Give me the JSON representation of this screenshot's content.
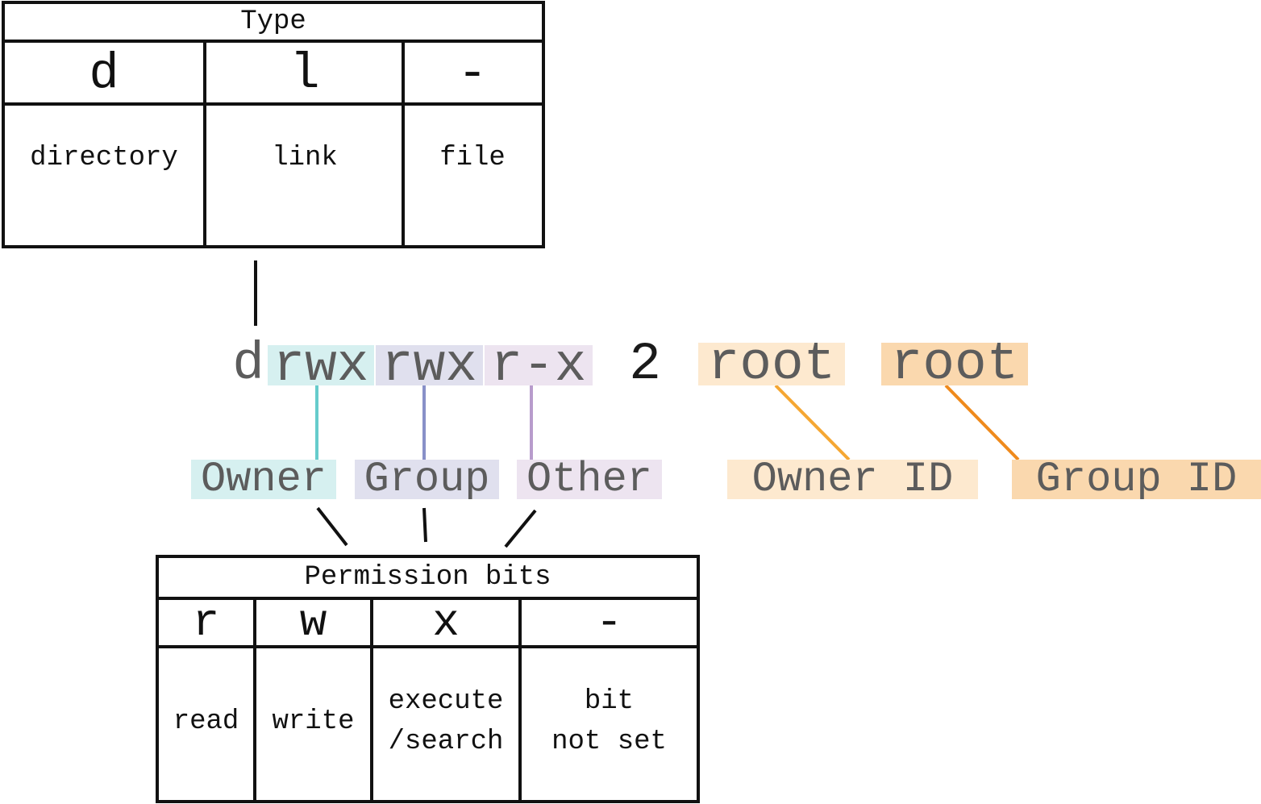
{
  "type_table": {
    "title": "Type",
    "columns": [
      {
        "symbol": "d",
        "meaning": "directory"
      },
      {
        "symbol": "l",
        "meaning": "link"
      },
      {
        "symbol": "-",
        "meaning": "file"
      }
    ]
  },
  "listing": {
    "type_char": "d",
    "owner_perms": "rwx",
    "group_perms": "rwx",
    "other_perms": "r-x",
    "link_count": "2",
    "owner": "root",
    "group": "root"
  },
  "labels": {
    "owner": "Owner",
    "group": "Group",
    "other": "Other",
    "owner_id": "Owner ID",
    "group_id": "Group ID"
  },
  "permission_table": {
    "title": "Permission bits",
    "columns": [
      {
        "symbol": "r",
        "meaning": "read"
      },
      {
        "symbol": "w",
        "meaning": "write"
      },
      {
        "symbol": "x",
        "meaning": "execute\n/search"
      },
      {
        "symbol": "-",
        "meaning": "bit\nnot set"
      }
    ]
  },
  "colors": {
    "owner_bg": "#d6f0f0",
    "owner_line": "#66cccc",
    "group_bg": "#e0e0ee",
    "group_line": "#8890c8",
    "other_bg": "#ede4f0",
    "other_line": "#b89ccc",
    "owner_id_bg": "#fde9cf",
    "owner_id_line": "#f5a733",
    "group_id_bg": "#fad8ae",
    "group_id_line": "#ef8a1c"
  }
}
